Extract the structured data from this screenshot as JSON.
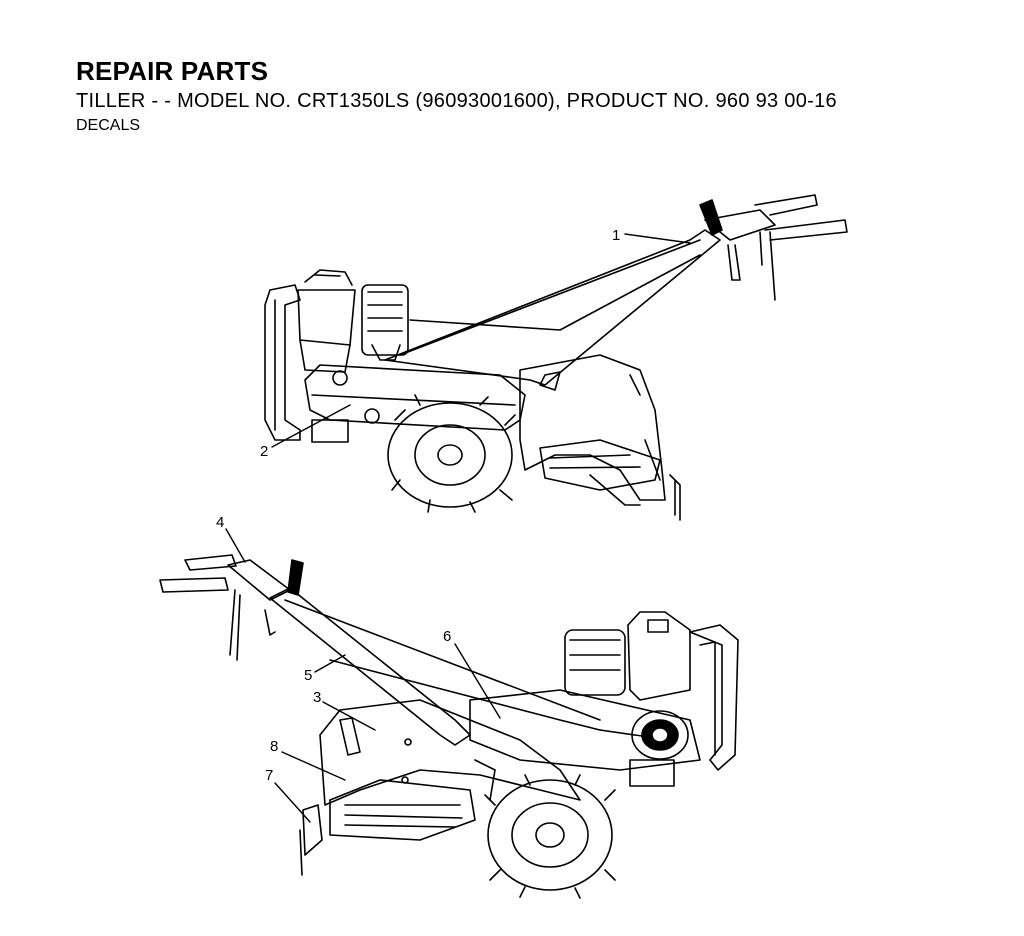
{
  "header": {
    "title": "REPAIR PARTS",
    "subtitle": "TILLER - - MODEL NO. CRT1350LS (96093001600), PRODUCT NO. 960 93 00-16",
    "section": "DECALS"
  },
  "callouts": [
    "1",
    "2",
    "3",
    "4",
    "5",
    "6",
    "7",
    "8"
  ]
}
